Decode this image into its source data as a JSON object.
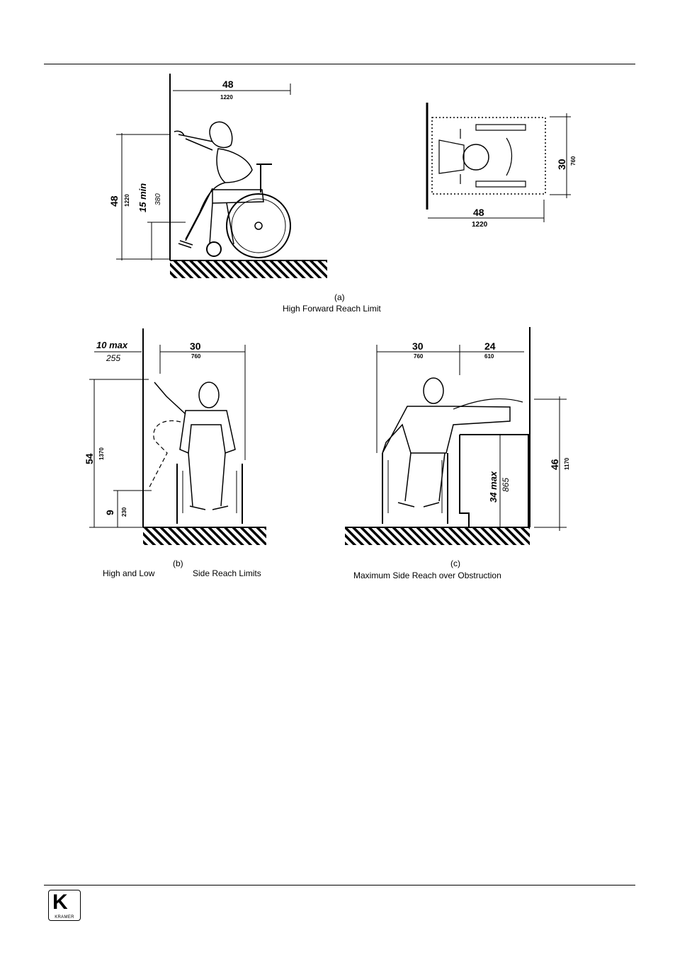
{
  "figure_a": {
    "side_width_in": "48",
    "side_width_mm": "1220",
    "height_in": "48",
    "height_mm": "1220",
    "min_in": "15 min",
    "min_mm": "380",
    "plan_depth_in": "30",
    "plan_depth_mm": "760",
    "plan_width_in": "48",
    "plan_width_mm": "1220",
    "label": "(a)",
    "caption": "High Forward Reach Limit"
  },
  "figure_b": {
    "top_max_in": "10 max",
    "top_max_mm": "255",
    "width_in": "30",
    "width_mm": "760",
    "high_in": "54",
    "high_mm": "1370",
    "low_in": "9",
    "low_mm": "230",
    "label": "(b)",
    "caption_left": "High and Low",
    "caption_right": "Side Reach Limits"
  },
  "figure_c": {
    "width_in": "30",
    "width_mm": "760",
    "reach_in": "24",
    "reach_mm": "610",
    "obstruction_in": "34 max",
    "obstruction_mm": "865",
    "high_in": "46",
    "high_mm": "1170",
    "label": "(c)",
    "caption": "Maximum Side Reach over Obstruction"
  },
  "footer": {
    "logo_letter": "K",
    "logo_text": "KRAMER"
  }
}
